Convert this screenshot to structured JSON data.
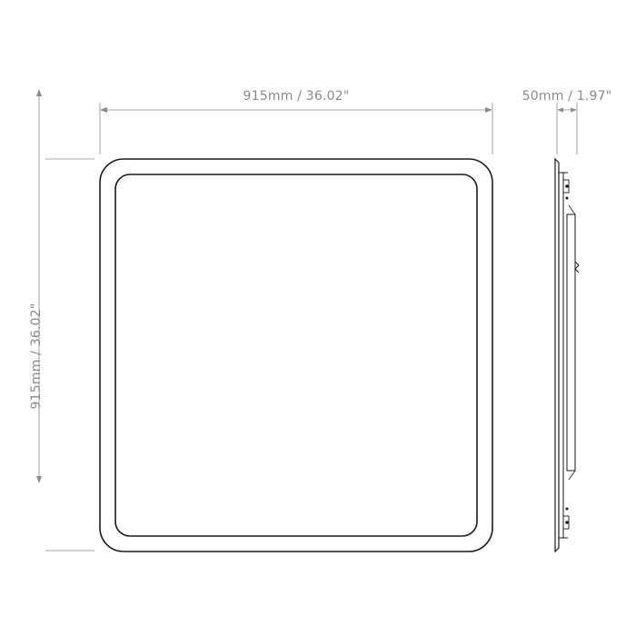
{
  "drawing": {
    "width_label": "915mm / 36.02\"",
    "height_label": "915mm / 36.02\"",
    "depth_label": "50mm / 1.97\""
  },
  "colors": {
    "outline": "#1a1a1a",
    "dimension": "#8a8a8a",
    "background": "#ffffff"
  }
}
